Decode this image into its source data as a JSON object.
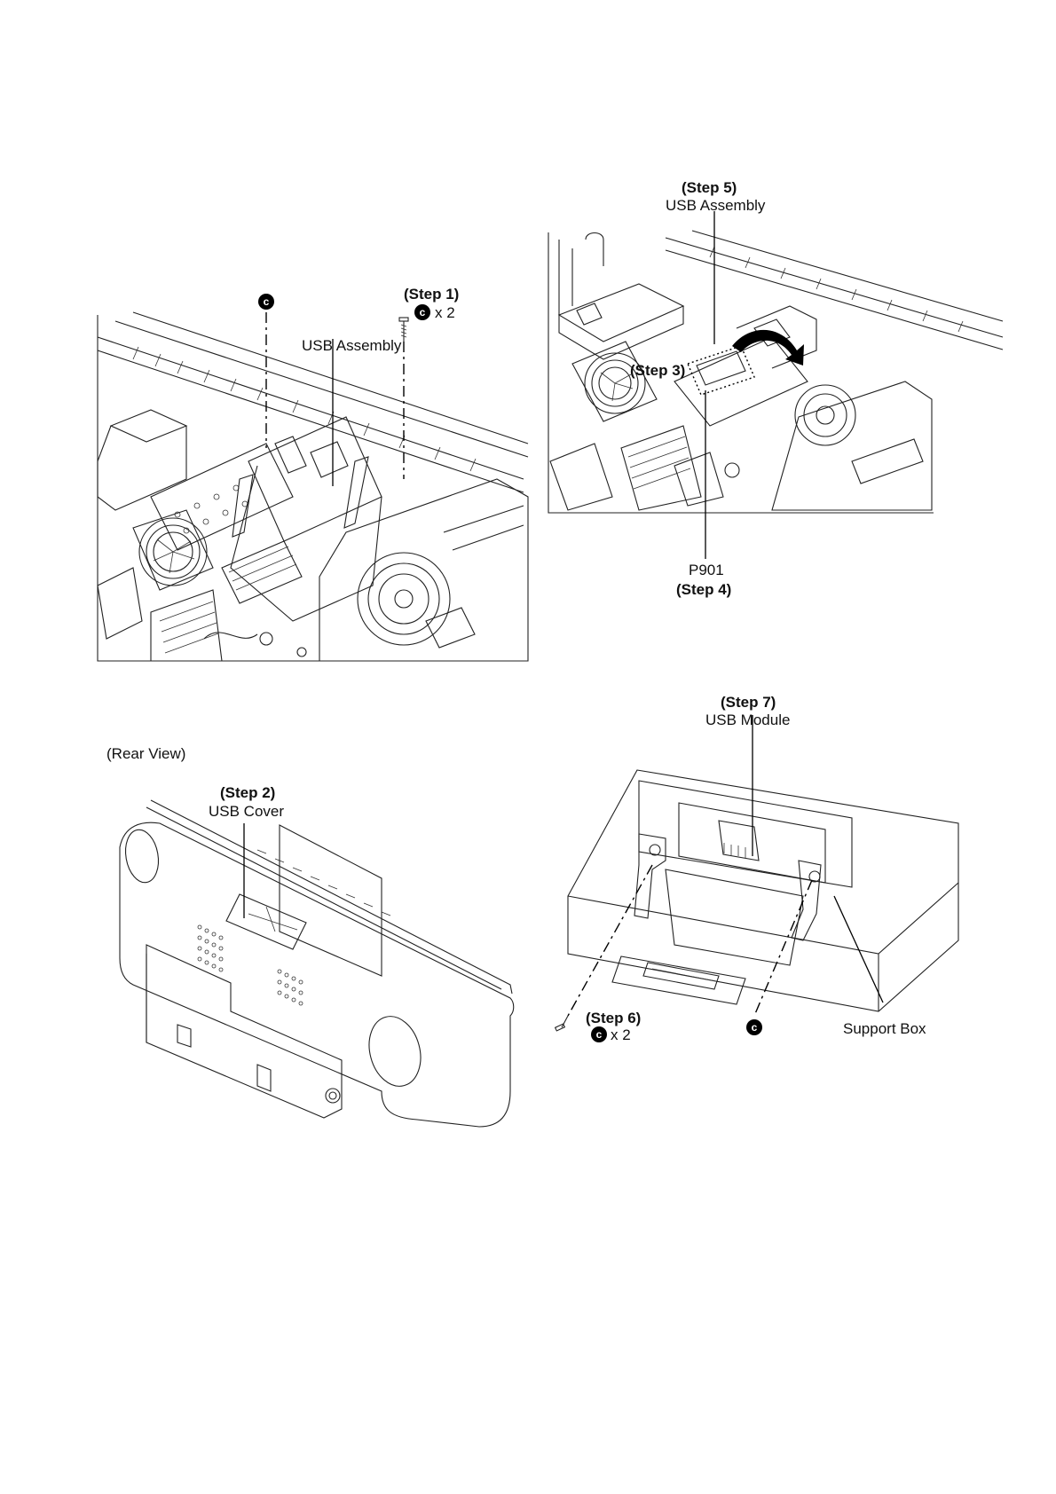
{
  "panel1": {
    "step1_label": "(Step 1)",
    "step1_qty": "x 2",
    "usb_assembly": "USB Assembly",
    "screw_icon": "c-screw-icon"
  },
  "panel2": {
    "step5_label": "(Step 5)",
    "usb_assembly": "USB Assembly",
    "step3_label": "(Step 3)",
    "connector": "P901",
    "step4_label": "(Step 4)"
  },
  "panel3": {
    "view_label": "(Rear View)",
    "step2_label": "(Step 2)",
    "usb_cover": "USB Cover"
  },
  "panel4": {
    "step7_label": "(Step 7)",
    "usb_module": "USB Module",
    "step6_label": "(Step 6)",
    "step6_qty": "x 2",
    "support_box": "Support Box"
  },
  "screw_badge_letter": "c"
}
